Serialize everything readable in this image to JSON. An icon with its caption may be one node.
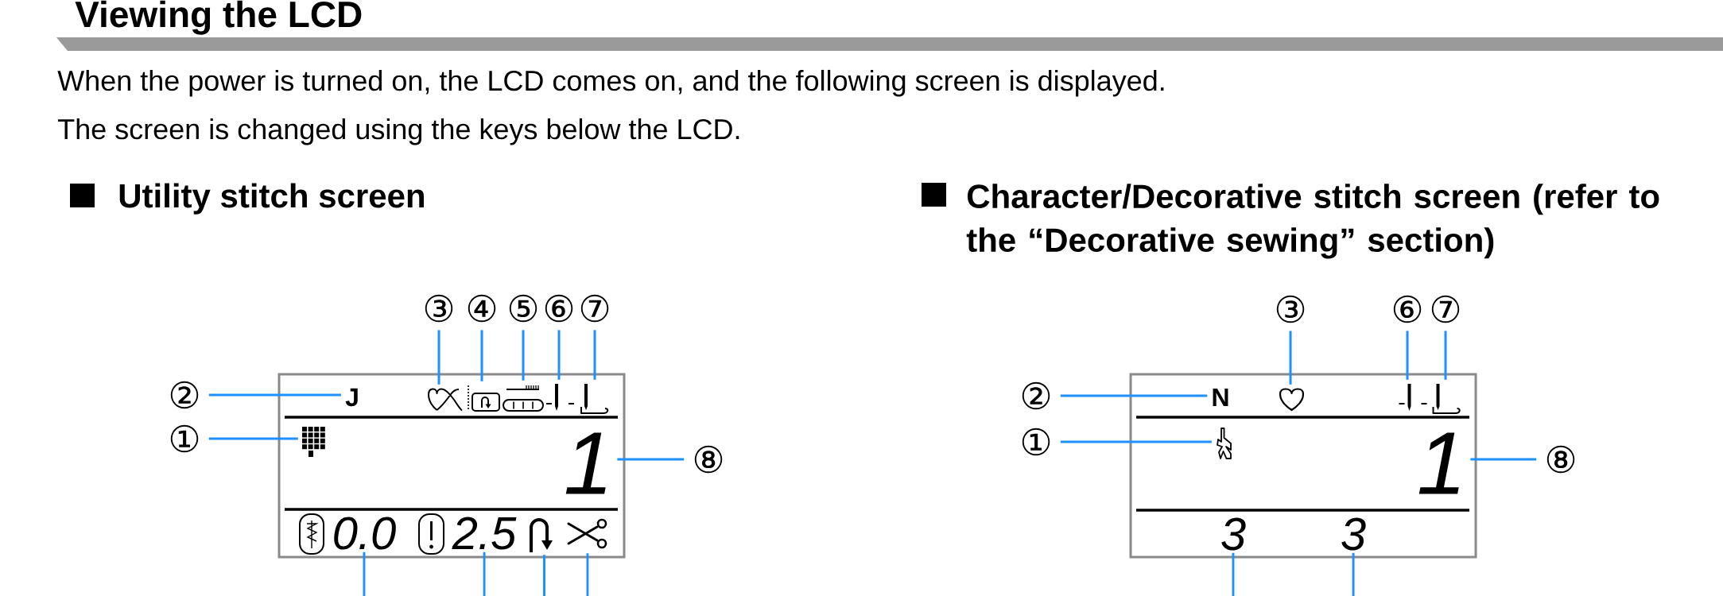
{
  "diagram": {
    "title": "Viewing the LCD",
    "nodes": [
      {
        "text": [
          "③"
        ]
      },
      {
        "text": [
          "④"
        ]
      },
      {
        "text": [
          "⑤"
        ]
      },
      {
        "text": [
          "⑥"
        ]
      },
      {
        "text": [
          "⑦"
        ]
      },
      {
        "text": [
          "②"
        ]
      },
      {
        "text": [
          "①"
        ]
      },
      {
        "text": [
          "⑧"
        ]
      },
      {
        "text": [],
        "shape": "box"
      },
      {
        "text": [
          "J"
        ],
        "in": 8
      },
      {
        "text": [],
        "shape": "picture",
        "in": 8
      },
      {
        "text": [],
        "shape": "picture",
        "in": 8
      },
      {
        "text": [],
        "shape": "picture",
        "in": 8
      },
      {
        "text": [],
        "shape": "picture",
        "in": 8
      },
      {
        "text": [],
        "shape": "picture",
        "in": 8
      },
      {
        "text": [],
        "shape": "picture",
        "in": 8
      },
      {
        "text": [
          "1"
        ],
        "in": 8
      },
      {
        "text": [
          "0.0"
        ],
        "in": 8
      },
      {
        "text": [
          "2.5"
        ],
        "in": 8
      },
      {
        "text": [],
        "shape": "picture",
        "in": 8
      },
      {
        "text": [],
        "shape": "picture",
        "in": 8
      },
      {
        "text": [
          "③"
        ]
      },
      {
        "text": [
          "⑥"
        ]
      },
      {
        "text": [
          "⑦"
        ]
      },
      {
        "text": [
          "②"
        ]
      },
      {
        "text": [
          "①"
        ]
      },
      {
        "text": [
          "⑧"
        ]
      },
      {
        "text": [],
        "shape": "box"
      },
      {
        "text": [
          "N"
        ],
        "in": 27
      },
      {
        "text": [],
        "shape": "picture",
        "in": 27
      },
      {
        "text": [],
        "shape": "picture",
        "in": 27
      },
      {
        "text": [],
        "shape": "picture",
        "in": 27
      },
      {
        "text": [],
        "shape": "picture",
        "in": 27
      },
      {
        "text": [
          "1"
        ],
        "in": 27
      },
      {
        "text": [
          "3"
        ],
        "in": 27
      },
      {
        "text": [
          "3"
        ],
        "in": 27
      }
    ],
    "edges": [
      {
        "from": 6,
        "to": 15,
        "arrow": "none"
      },
      {
        "from": 5,
        "to": 9,
        "arrow": "none"
      },
      {
        "from": 0,
        "to": 10,
        "arrow": "none"
      },
      {
        "from": 1,
        "to": 11,
        "arrow": "none"
      },
      {
        "from": 2,
        "to": 12,
        "arrow": "none"
      },
      {
        "from": 3,
        "to": 13,
        "arrow": "none"
      },
      {
        "from": 4,
        "to": 14,
        "arrow": "none"
      },
      {
        "from": 7,
        "to": 16,
        "arrow": "none"
      },
      {
        "from": null,
        "to": 17,
        "arrow": "none"
      },
      {
        "from": null,
        "to": 18,
        "arrow": "none"
      },
      {
        "from": null,
        "to": 19,
        "arrow": "none"
      },
      {
        "from": null,
        "to": 20,
        "arrow": "none"
      },
      {
        "from": 25,
        "to": 32,
        "arrow": "none"
      },
      {
        "from": 24,
        "to": 28,
        "arrow": "none"
      },
      {
        "from": 21,
        "to": 29,
        "arrow": "none"
      },
      {
        "from": 22,
        "to": 30,
        "arrow": "none"
      },
      {
        "from": 23,
        "to": 31,
        "arrow": "none"
      },
      {
        "from": 26,
        "to": 33,
        "arrow": "none"
      },
      {
        "from": null,
        "to": 34,
        "arrow": "none"
      },
      {
        "from": null,
        "to": 35,
        "arrow": "none"
      }
    ],
    "labels": [
      "When the power is turned on, the LCD comes on, and the following screen is displayed.",
      "The screen is changed using the keys below the LCD.",
      "Utility stitch screen",
      "Character/Decorative stitch screen (refer to the “Decorative sewing” section)"
    ]
  }
}
